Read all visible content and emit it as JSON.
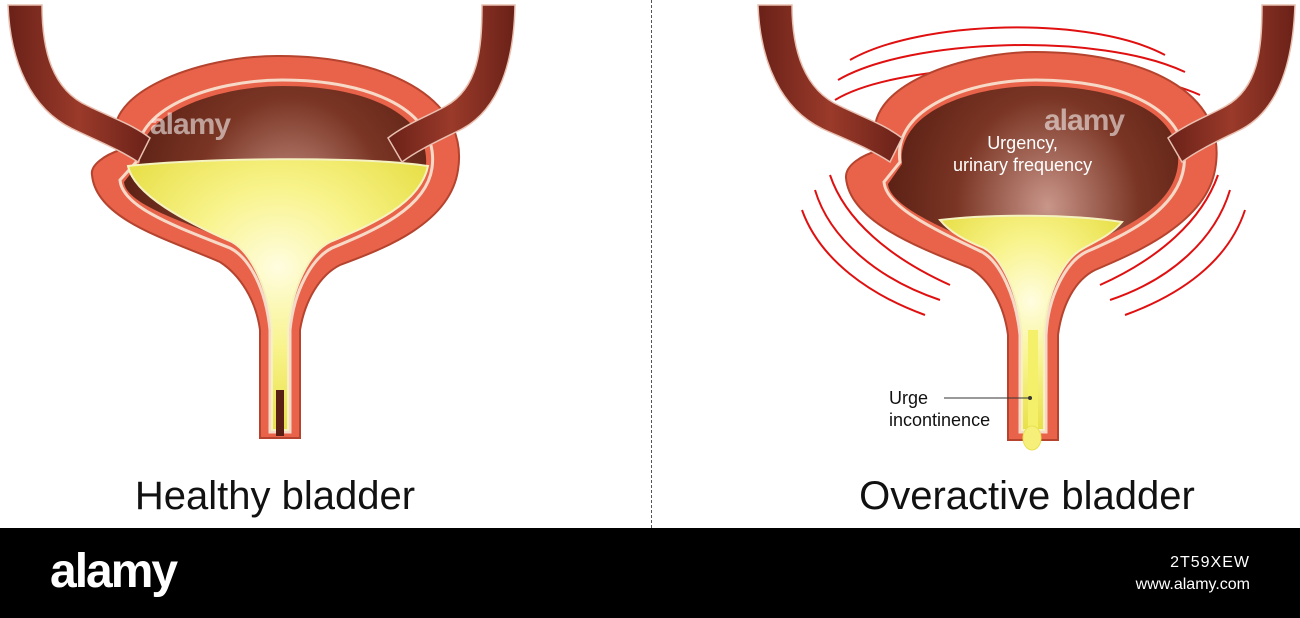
{
  "panels": [
    {
      "caption": "Healthy bladder"
    },
    {
      "caption": "Overactive bladder",
      "label_main": "Urgency,\nurinary frequency",
      "label_leak": "Urge\nincontinence"
    }
  ],
  "watermark": "alamy",
  "banner": {
    "logo": "alamy",
    "image_id": "2T59XEW",
    "url": "www.alamy.com"
  },
  "colors": {
    "muscle": "#e8634a",
    "muscle_dark": "#c44a34",
    "ureter": "#7a2a20",
    "lumen": "#5a1f14",
    "urine": "#f4f06a",
    "urine_light": "#fbf8b8",
    "contraction": "#e01010",
    "banner": "#000000"
  }
}
